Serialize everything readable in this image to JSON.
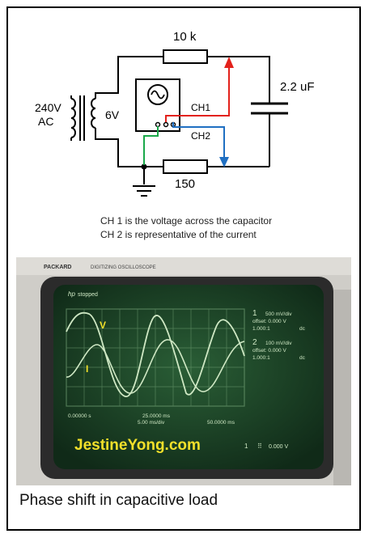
{
  "schematic": {
    "resistor_top_label": "10 k",
    "capacitor_label": "2.2 uF",
    "source_label_voltage": "240V",
    "source_label_type": "AC",
    "secondary_label": "6V",
    "ch1_label": "CH1",
    "ch2_label": "CH2",
    "resistor_bottom_label": "150"
  },
  "notes": {
    "line1": "CH 1 is the voltage across the capacitor",
    "line2": "CH 2 is representative of the current"
  },
  "scope": {
    "brand": "PACKARD",
    "model": "DIGITIZING OSCILLOSCOPE",
    "logo": "hp",
    "status": "stopped",
    "ch1_number": "1",
    "ch1_scale": "500  mV/div",
    "ch1_offset": "offset: 0.000  V",
    "ch1_probe": "1.000:1",
    "ch1_coupling": "dc",
    "ch2_number": "2",
    "ch2_scale": "100  mV/div",
    "ch2_offset": "offset: 0.000  V",
    "ch2_probe": "1.000:1",
    "ch2_coupling": "dc",
    "time_left": "0.00000  s",
    "time_center": "25.0000  ms",
    "time_div": "5.00 ms/div",
    "time_right": "50.0000  ms",
    "trigger_channel": "1",
    "trigger_level": "0.000  V",
    "trace_v_label": "V",
    "trace_i_label": "I",
    "watermark": "JestineYong.com",
    "colors": {
      "trace": "#cfe8c4",
      "screen": "#1e4a2a",
      "watermark": "#f2e02a"
    }
  },
  "caption": "Phase shift in capacitive load"
}
